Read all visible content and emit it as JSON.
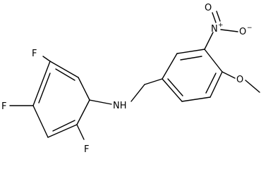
{
  "molecule": {
    "atoms": {
      "f_top": "F",
      "f_left": "F",
      "f_bottom": "F",
      "nh": "NH",
      "n_nitro": "N",
      "n_plus": "+",
      "o_top": "O",
      "o_right": "O",
      "o_minus": "−",
      "o_methoxy": "O"
    }
  }
}
